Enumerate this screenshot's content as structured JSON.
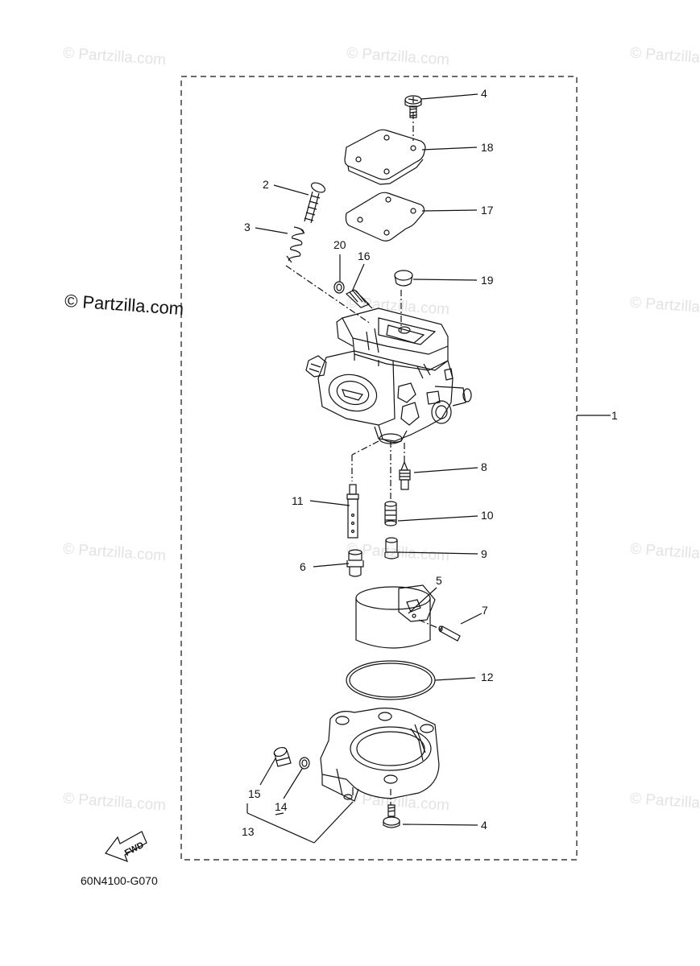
{
  "diagram": {
    "part_code": "60N4100-G070",
    "watermark": "© Partzilla.com",
    "fwd_label": "FWD",
    "callouts": [
      "1",
      "2",
      "3",
      "4",
      "4",
      "5",
      "6",
      "7",
      "8",
      "9",
      "10",
      "11",
      "12",
      "13",
      "14",
      "15",
      "16",
      "17",
      "18",
      "19",
      "20"
    ]
  }
}
